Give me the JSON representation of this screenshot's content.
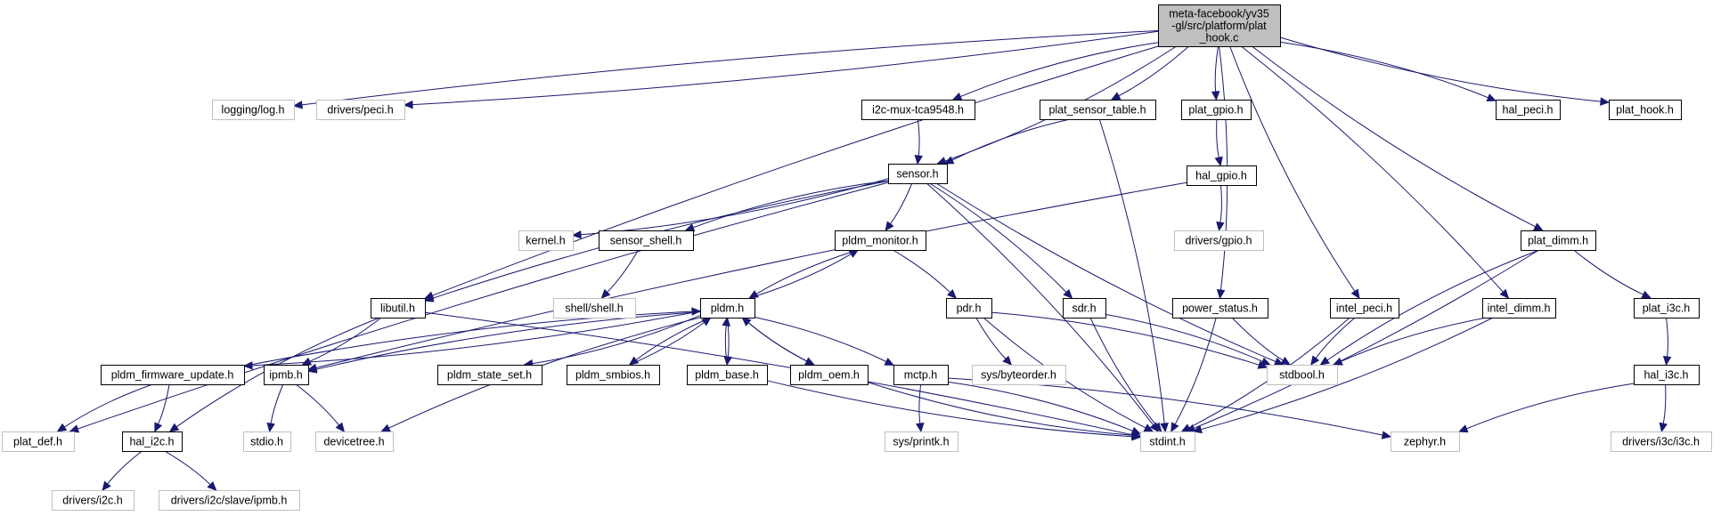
{
  "graph": {
    "root": "meta-facebook/yv35-gl/src/platform/plat_hook.c",
    "edge_color": "#191970",
    "root_fill": "#bfbfbf",
    "external_border": "#bfbfbf",
    "nodes": [
      {
        "id": "root",
        "lines": [
          "meta-facebook/yv35",
          "-gl/src/platform/plat",
          "_hook.c"
        ],
        "kind": "root"
      },
      {
        "id": "log",
        "lines": [
          "logging/log.h"
        ],
        "kind": "external"
      },
      {
        "id": "peci",
        "lines": [
          "drivers/peci.h"
        ],
        "kind": "external"
      },
      {
        "id": "i2cmux",
        "lines": [
          "i2c-mux-tca9548.h"
        ],
        "kind": "documented"
      },
      {
        "id": "sensortable",
        "lines": [
          "plat_sensor_table.h"
        ],
        "kind": "documented"
      },
      {
        "id": "platgpio",
        "lines": [
          "plat_gpio.h"
        ],
        "kind": "documented"
      },
      {
        "id": "halpeci",
        "lines": [
          "hal_peci.h"
        ],
        "kind": "documented"
      },
      {
        "id": "plathook",
        "lines": [
          "plat_hook.h"
        ],
        "kind": "documented"
      },
      {
        "id": "sensor",
        "lines": [
          "sensor.h"
        ],
        "kind": "documented"
      },
      {
        "id": "halgpio",
        "lines": [
          "hal_gpio.h"
        ],
        "kind": "documented"
      },
      {
        "id": "kernel",
        "lines": [
          "kernel.h"
        ],
        "kind": "external"
      },
      {
        "id": "sensorshell",
        "lines": [
          "sensor_shell.h"
        ],
        "kind": "documented"
      },
      {
        "id": "pldmmon",
        "lines": [
          "pldm_monitor.h"
        ],
        "kind": "documented"
      },
      {
        "id": "gpio",
        "lines": [
          "drivers/gpio.h"
        ],
        "kind": "external"
      },
      {
        "id": "platdimm",
        "lines": [
          "plat_dimm.h"
        ],
        "kind": "documented"
      },
      {
        "id": "shell",
        "lines": [
          "shell/shell.h"
        ],
        "kind": "external"
      },
      {
        "id": "libutil",
        "lines": [
          "libutil.h"
        ],
        "kind": "documented"
      },
      {
        "id": "pldm",
        "lines": [
          "pldm.h"
        ],
        "kind": "documented"
      },
      {
        "id": "pdr",
        "lines": [
          "pdr.h"
        ],
        "kind": "documented"
      },
      {
        "id": "sdr",
        "lines": [
          "sdr.h"
        ],
        "kind": "documented"
      },
      {
        "id": "powerstatus",
        "lines": [
          "power_status.h"
        ],
        "kind": "documented"
      },
      {
        "id": "intelpeci",
        "lines": [
          "intel_peci.h"
        ],
        "kind": "documented"
      },
      {
        "id": "inteldimm",
        "lines": [
          "intel_dimm.h"
        ],
        "kind": "documented"
      },
      {
        "id": "plati3c",
        "lines": [
          "plat_i3c.h"
        ],
        "kind": "documented"
      },
      {
        "id": "pldmfw",
        "lines": [
          "pldm_firmware_update.h"
        ],
        "kind": "documented"
      },
      {
        "id": "ipmb",
        "lines": [
          "ipmb.h"
        ],
        "kind": "documented"
      },
      {
        "id": "pldmstate",
        "lines": [
          "pldm_state_set.h"
        ],
        "kind": "documented"
      },
      {
        "id": "pldmsmbios",
        "lines": [
          "pldm_smbios.h"
        ],
        "kind": "documented"
      },
      {
        "id": "pldmbase",
        "lines": [
          "pldm_base.h"
        ],
        "kind": "documented"
      },
      {
        "id": "pldmoem",
        "lines": [
          "pldm_oem.h"
        ],
        "kind": "documented"
      },
      {
        "id": "mctp",
        "lines": [
          "mctp.h"
        ],
        "kind": "documented"
      },
      {
        "id": "byteorder",
        "lines": [
          "sys/byteorder.h"
        ],
        "kind": "external"
      },
      {
        "id": "stdbool",
        "lines": [
          "stdbool.h"
        ],
        "kind": "external"
      },
      {
        "id": "hali3c",
        "lines": [
          "hal_i3c.h"
        ],
        "kind": "documented"
      },
      {
        "id": "platdef",
        "lines": [
          "plat_def.h"
        ],
        "kind": "external"
      },
      {
        "id": "hali2c",
        "lines": [
          "hal_i2c.h"
        ],
        "kind": "documented"
      },
      {
        "id": "stdio",
        "lines": [
          "stdio.h"
        ],
        "kind": "external"
      },
      {
        "id": "devicetree",
        "lines": [
          "devicetree.h"
        ],
        "kind": "external"
      },
      {
        "id": "stdint",
        "lines": [
          "stdint.h"
        ],
        "kind": "external"
      },
      {
        "id": "printk",
        "lines": [
          "sys/printk.h"
        ],
        "kind": "external"
      },
      {
        "id": "zephyr",
        "lines": [
          "zephyr.h"
        ],
        "kind": "external"
      },
      {
        "id": "i3cdrv",
        "lines": [
          "drivers/i3c/i3c.h"
        ],
        "kind": "external"
      },
      {
        "id": "i2cdrv",
        "lines": [
          "drivers/i2c.h"
        ],
        "kind": "external"
      },
      {
        "id": "i2cslave",
        "lines": [
          "drivers/i2c/slave/ipmb.h"
        ],
        "kind": "external"
      }
    ],
    "edges": [
      [
        "root",
        "log"
      ],
      [
        "root",
        "peci"
      ],
      [
        "root",
        "i2cmux"
      ],
      [
        "root",
        "sensortable"
      ],
      [
        "root",
        "platgpio"
      ],
      [
        "root",
        "halpeci"
      ],
      [
        "root",
        "plathook"
      ],
      [
        "root",
        "sensor"
      ],
      [
        "root",
        "libutil"
      ],
      [
        "root",
        "powerstatus"
      ],
      [
        "root",
        "intelpeci"
      ],
      [
        "root",
        "inteldimm"
      ],
      [
        "root",
        "platdimm"
      ],
      [
        "i2cmux",
        "sensor"
      ],
      [
        "sensortable",
        "sensor"
      ],
      [
        "sensortable",
        "stdint"
      ],
      [
        "platgpio",
        "halgpio"
      ],
      [
        "halgpio",
        "gpio"
      ],
      [
        "halgpio",
        "ipmb"
      ],
      [
        "sensor",
        "kernel"
      ],
      [
        "sensor",
        "sensorshell"
      ],
      [
        "sensor",
        "pldmmon"
      ],
      [
        "sensor",
        "libutil"
      ],
      [
        "sensor",
        "sdr"
      ],
      [
        "sensor",
        "stdbool"
      ],
      [
        "sensor",
        "stdint"
      ],
      [
        "sensor",
        "platdef"
      ],
      [
        "sensorshell",
        "shell"
      ],
      [
        "pldmmon",
        "pldm"
      ],
      [
        "pldmmon",
        "pdr"
      ],
      [
        "pldm",
        "pldmmon"
      ],
      [
        "pldm",
        "pldmfw"
      ],
      [
        "pldm",
        "ipmb"
      ],
      [
        "pldm",
        "pldmstate"
      ],
      [
        "pldm",
        "pldmsmbios"
      ],
      [
        "pldm",
        "pldmbase"
      ],
      [
        "pldm",
        "pldmoem"
      ],
      [
        "pldm",
        "mctp"
      ],
      [
        "pldm",
        "devicetree"
      ],
      [
        "pldmfw",
        "pldm"
      ],
      [
        "pldmfw",
        "platdef"
      ],
      [
        "pldmfw",
        "hali2c"
      ],
      [
        "pldmsmbios",
        "pldm"
      ],
      [
        "pldmbase",
        "pldm"
      ],
      [
        "pldmbase",
        "stdint"
      ],
      [
        "pldmoem",
        "pldm"
      ],
      [
        "pldmoem",
        "stdint"
      ],
      [
        "mctp",
        "stdint"
      ],
      [
        "mctp",
        "printk"
      ],
      [
        "mctp",
        "zephyr"
      ],
      [
        "pdr",
        "byteorder"
      ],
      [
        "pdr",
        "stdbool"
      ],
      [
        "pdr",
        "stdint"
      ],
      [
        "sdr",
        "stdbool"
      ],
      [
        "sdr",
        "stdint"
      ],
      [
        "libutil",
        "ipmb"
      ],
      [
        "libutil",
        "hali2c"
      ],
      [
        "libutil",
        "stdint"
      ],
      [
        "ipmb",
        "stdio"
      ],
      [
        "ipmb",
        "devicetree"
      ],
      [
        "hali2c",
        "i2cdrv"
      ],
      [
        "hali2c",
        "i2cslave"
      ],
      [
        "powerstatus",
        "stdbool"
      ],
      [
        "powerstatus",
        "stdint"
      ],
      [
        "intelpeci",
        "stdbool"
      ],
      [
        "intelpeci",
        "stdint"
      ],
      [
        "inteldimm",
        "stdbool"
      ],
      [
        "inteldimm",
        "stdint"
      ],
      [
        "platdimm",
        "stdbool"
      ],
      [
        "platdimm",
        "stdint"
      ],
      [
        "platdimm",
        "plati3c"
      ],
      [
        "plati3c",
        "hali3c"
      ],
      [
        "hali3c",
        "zephyr"
      ],
      [
        "hali3c",
        "i3cdrv"
      ]
    ]
  }
}
